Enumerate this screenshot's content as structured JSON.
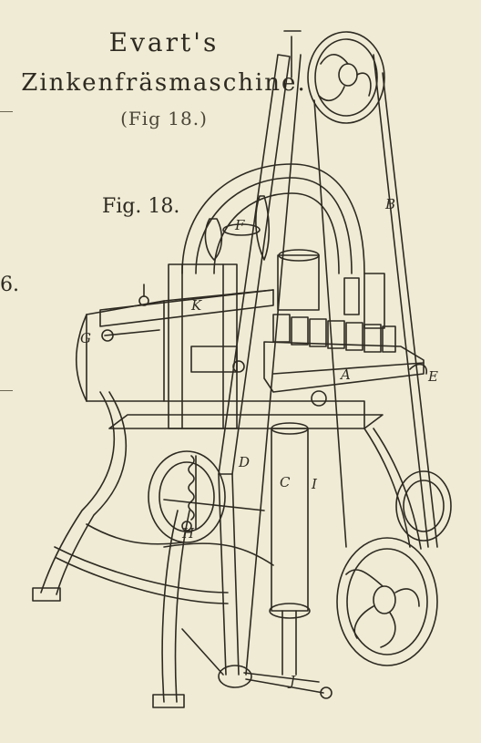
{
  "heading": {
    "title": "Evart's",
    "subtitle": "Zinkenfräsmaschine.",
    "fig_ref": "(Fig 18.)"
  },
  "figure_label": "Fig. 18.",
  "edge_number": "6.",
  "part_labels": {
    "A": "A",
    "B": "B",
    "C": "C",
    "D": "D",
    "E_left": "F",
    "E": "E",
    "G": "G",
    "H": "H",
    "I": "I",
    "J": "J",
    "K": "K"
  },
  "colors": {
    "paper": "#efebd4",
    "ink": "#2e2a22"
  }
}
